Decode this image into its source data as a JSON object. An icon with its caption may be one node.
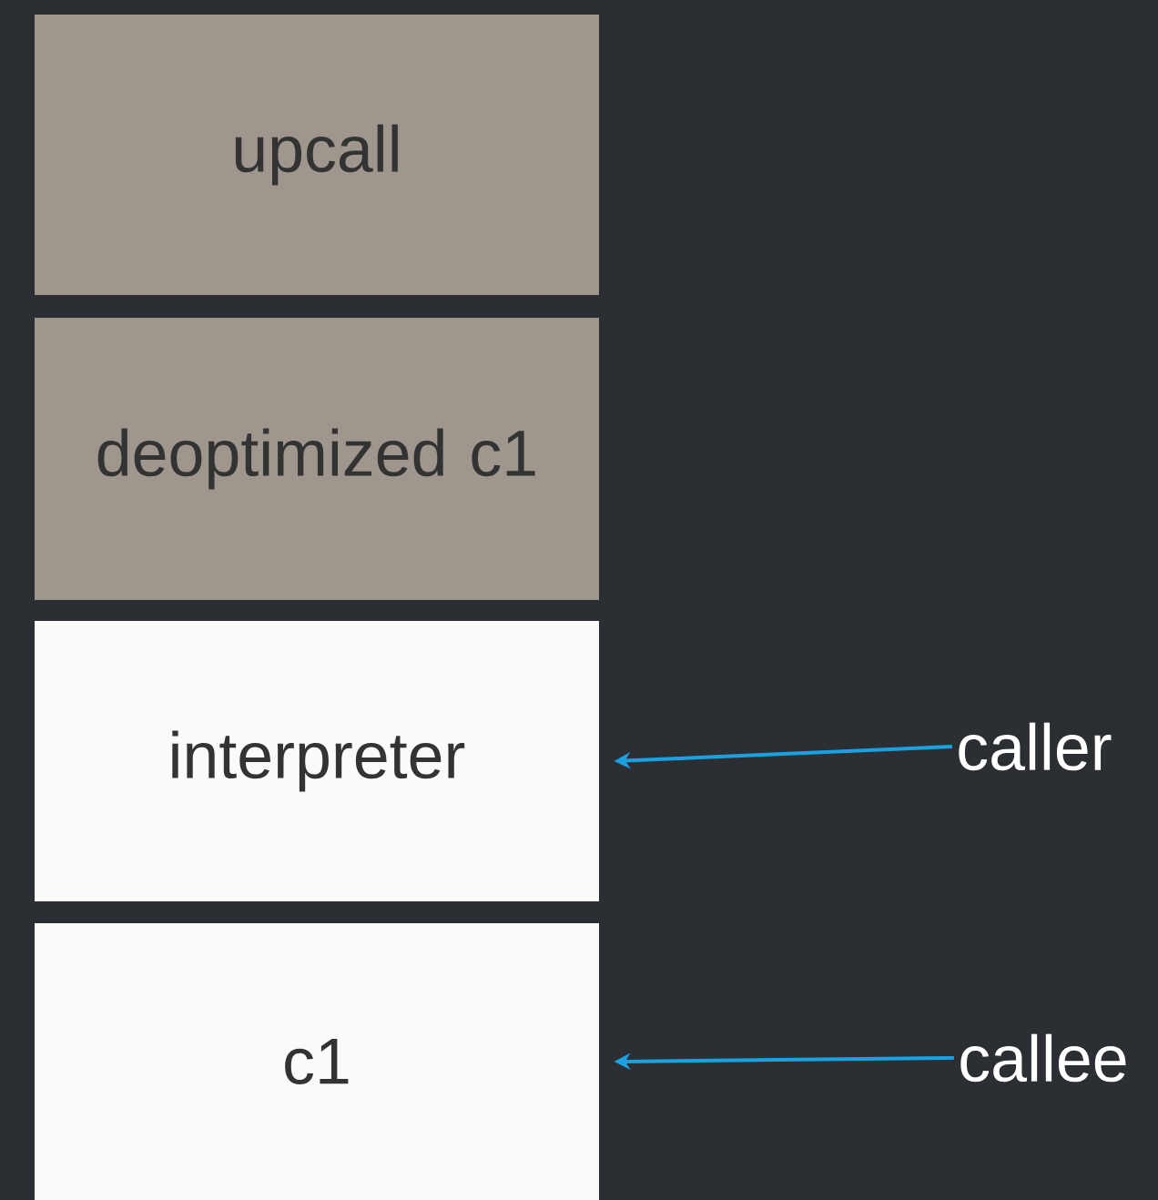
{
  "diagram": {
    "nodes": [
      {
        "text": [
          "upcall"
        ]
      },
      {
        "text": [
          "deoptimized c1"
        ]
      },
      {
        "text": [
          "interpreter"
        ]
      },
      {
        "text": [
          "c1"
        ]
      },
      {
        "text": [
          "caller"
        ]
      },
      {
        "text": [
          "callee"
        ]
      }
    ],
    "edges": [
      {
        "from": 4,
        "to": 2,
        "arrow": "to"
      },
      {
        "from": 5,
        "to": 3,
        "arrow": "to"
      }
    ]
  }
}
